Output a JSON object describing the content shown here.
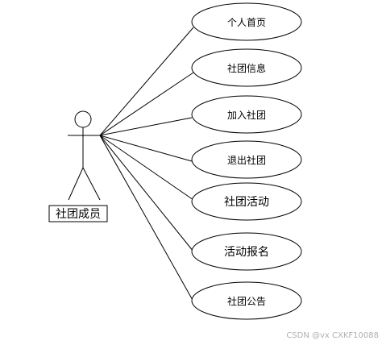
{
  "actor": {
    "label": "社团成员"
  },
  "use_cases": [
    {
      "label": "个人首页"
    },
    {
      "label": "社团信息"
    },
    {
      "label": "加入社团"
    },
    {
      "label": "退出社团"
    },
    {
      "label": "社团活动"
    },
    {
      "label": "活动报名"
    },
    {
      "label": "社团公告"
    }
  ],
  "watermark": "CSDN @vx  CXKF10088"
}
